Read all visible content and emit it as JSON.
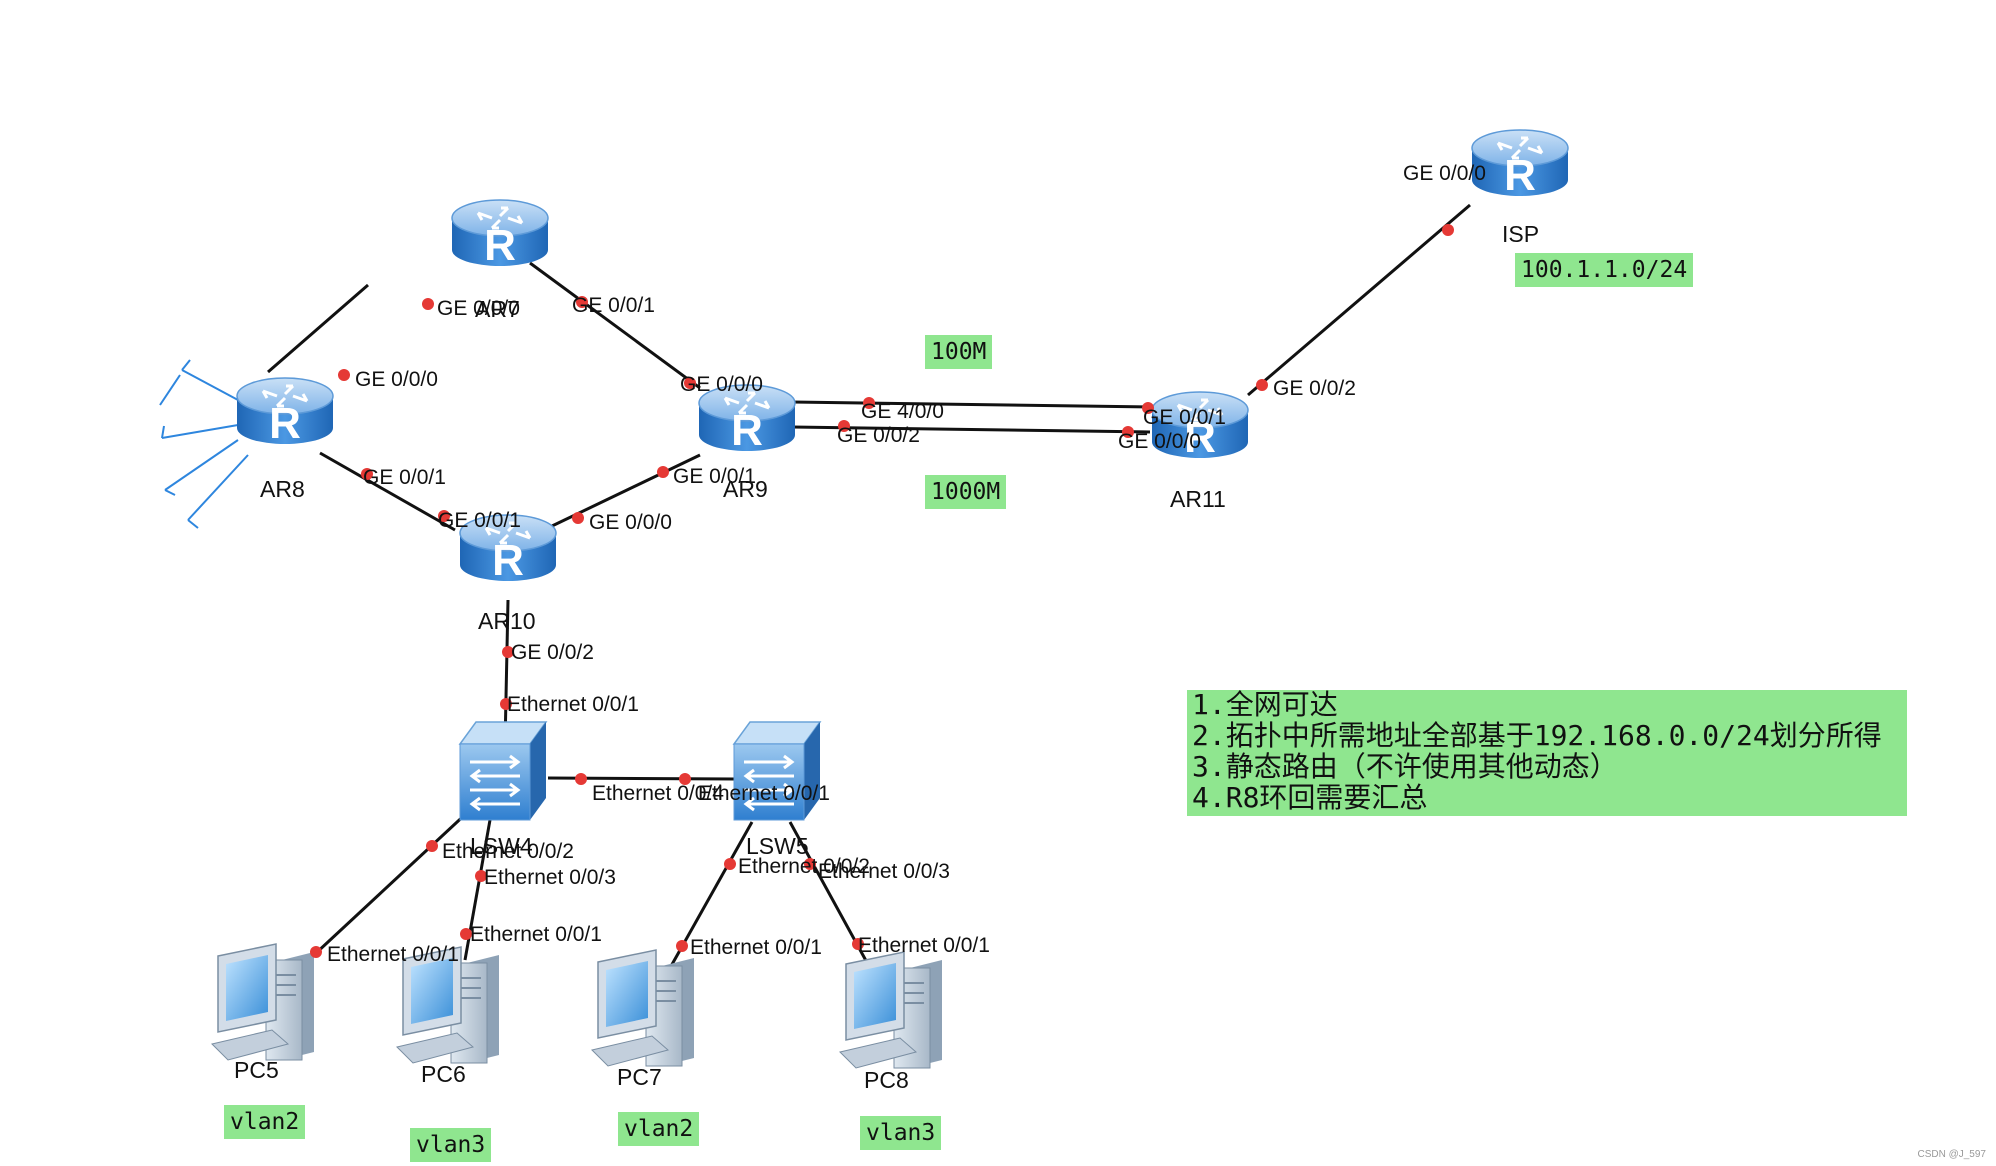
{
  "devices": {
    "isp": "ISP",
    "ar7": "AR7",
    "ar8": "AR8",
    "ar9": "AR9",
    "ar10": "AR10",
    "ar11": "AR11",
    "lsw4": "LSW4",
    "lsw5": "LSW5",
    "pc5": "PC5",
    "pc6": "PC6",
    "pc7": "PC7",
    "pc8": "PC8"
  },
  "ports": {
    "ar7_ge000": "GE 0/0/0",
    "ar7_ge001": "GE 0/0/1",
    "ar8_ge000": "GE 0/0/0",
    "ar8_ge001": "GE 0/0/1",
    "ar9_ge000": "GE 0/0/0",
    "ar9_ge001": "GE 0/0/1",
    "ar9_ge400": "GE 4/0/0",
    "ar9_ge002": "GE 0/0/2",
    "ar10_ge001": "GE 0/0/1",
    "ar10_ge000": "GE 0/0/0",
    "ar10_ge002": "GE 0/0/2",
    "ar11_ge001": "GE 0/0/1",
    "ar11_ge000": "GE 0/0/0",
    "ar11_ge002": "GE 0/0/2",
    "isp_ge000": "GE 0/0/0",
    "lsw4_e001": "Ethernet 0/0/1",
    "lsw4_e004": "Ethernet 0/0/4",
    "lsw4_e002": "Ethernet 0/0/2",
    "lsw4_e003": "Ethernet 0/0/3",
    "lsw5_e001": "Ethernet 0/0/1",
    "lsw5_e002": "Ethernet 0/0/2",
    "lsw5_e003": "Ethernet 0/0/3",
    "pc5_e001": "Ethernet 0/0/1",
    "pc6_e001": "Ethernet 0/0/1",
    "pc7_e001": "Ethernet 0/0/1",
    "pc8_e001": "Ethernet 0/0/1"
  },
  "notes": {
    "isp_net": "100.1.1.0/24",
    "bw_100": "100M",
    "bw_1000": "1000M",
    "vlan_pc5": "vlan2",
    "vlan_pc6": "vlan3",
    "vlan_pc7": "vlan2",
    "vlan_pc8": "vlan3"
  },
  "requirements": [
    "1.全网可达",
    "2.拓扑中所需地址全部基于192.168.0.0/24划分所得",
    "3.静态路由（不许使用其他动态）",
    "4.R8环回需要汇总"
  ],
  "watermark": "CSDN @J_597",
  "colors": {
    "router_top": "#7fb3e8",
    "router_body": "#2f7fd0",
    "note_bg": "#8fe68f",
    "port_dot": "#e53935",
    "loopback_line": "#2e86de"
  }
}
